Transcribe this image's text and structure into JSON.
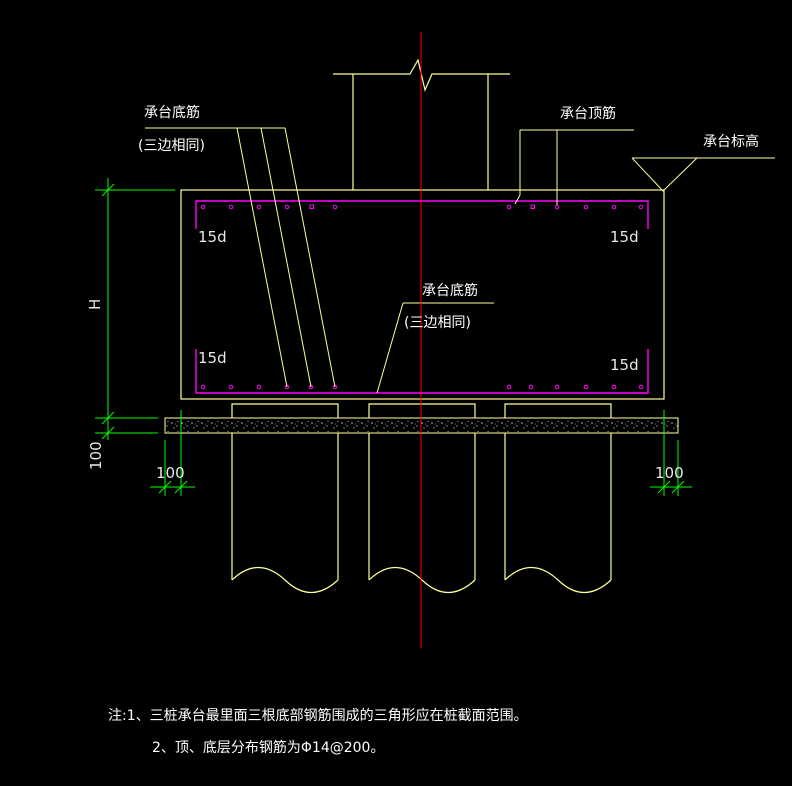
{
  "labels": {
    "bottom_bar_top": "承台底筋",
    "bottom_bar_top_sub": "(三边相同)",
    "top_bar": "承台顶筋",
    "elevation": "承台标高",
    "bottom_bar_mid": "承台底筋",
    "bottom_bar_mid_sub": "(三边相同)"
  },
  "anchorage": {
    "top_left": "15d",
    "top_right": "15d",
    "bottom_left": "15d",
    "bottom_right": "15d"
  },
  "dimensions": {
    "height": "H",
    "cushion": "100",
    "left_offset": "100",
    "right_offset": "100"
  },
  "notes": {
    "line1": "注:1、三桩承台最里面三根底部钢筋围成的三角形应在桩截面范围。",
    "line2": "2、顶、底层分布钢筋为Φ14@200。"
  },
  "colors": {
    "background": "#000000",
    "concrete_outline": "#ffff99",
    "rebar": "#ff00ff",
    "dimension": "#00ff00",
    "centerline": "#ff0000",
    "text": "#ffffff"
  }
}
